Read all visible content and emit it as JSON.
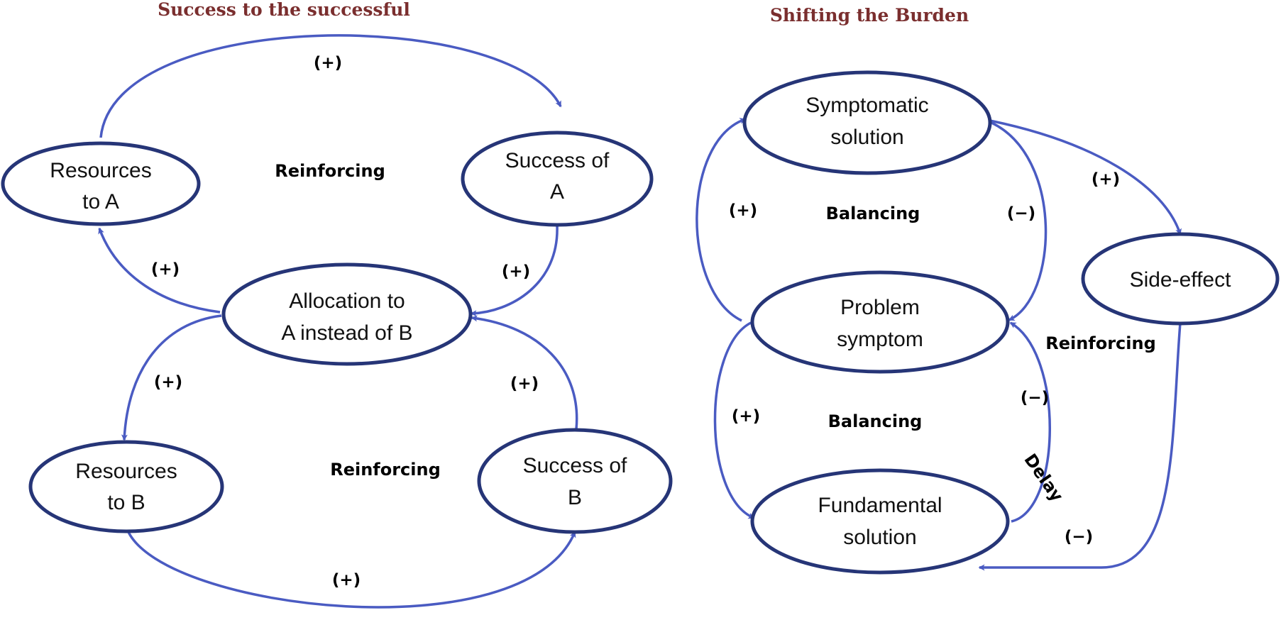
{
  "colors": {
    "node_stroke": "#263577",
    "arrow": "#4a5bc2",
    "title": "#7a2e2e"
  },
  "left_diagram": {
    "title": "Success to the successful",
    "nodes": {
      "resources_a": [
        "Resources",
        "to A"
      ],
      "success_a": [
        "Success of",
        "A"
      ],
      "allocation": [
        "Allocation to",
        "A instead of B"
      ],
      "resources_b": [
        "Resources",
        "to B"
      ],
      "success_b": [
        "Success of",
        "B"
      ]
    },
    "loops": {
      "top": "Reinforcing",
      "bottom": "Reinforcing"
    },
    "polarities": {
      "res_a_to_success_a": "(+)",
      "success_a_to_alloc": "(+)",
      "alloc_to_res_a": "(+)",
      "alloc_to_res_b": "(+)",
      "success_b_to_alloc": "(+)",
      "res_b_to_success_b": "(+)"
    }
  },
  "right_diagram": {
    "title": "Shifting the Burden",
    "nodes": {
      "symptomatic": [
        "Symptomatic",
        "solution"
      ],
      "problem": [
        "Problem",
        "symptom"
      ],
      "fundamental": [
        "Fundamental",
        "solution"
      ],
      "side_effect": [
        "Side-effect"
      ]
    },
    "loops": {
      "top_balancing": "Balancing",
      "bottom_balancing": "Balancing",
      "reinforcing": "Reinforcing"
    },
    "polarities": {
      "problem_to_symptomatic": "(+)",
      "symptomatic_to_problem": "(−)",
      "symptomatic_to_side_effect": "(+)",
      "problem_to_fundamental": "(+)",
      "fundamental_to_problem": "(−)",
      "side_effect_to_fundamental": "(−)"
    },
    "delay_label": "Delay"
  }
}
